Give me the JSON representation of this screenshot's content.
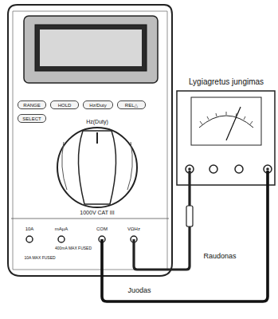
{
  "diagram": {
    "nodes": [
      {
        "text": [
          "RANGE"
        ]
      },
      {
        "text": [
          "HOLD"
        ]
      },
      {
        "text": [
          "Hz/Duty"
        ]
      },
      {
        "text": [
          "REL△"
        ]
      },
      {
        "text": [
          "SELECT"
        ]
      }
    ],
    "labels": [
      "Lygiagretus jungimas",
      "Hz(Duty)",
      "1000V CAT III",
      "10A",
      "mAμA",
      "COM",
      "VΩHz",
      "400mA MAX FUSED",
      "10A MAX FUSED",
      "Raudonas",
      "Juodas"
    ]
  }
}
